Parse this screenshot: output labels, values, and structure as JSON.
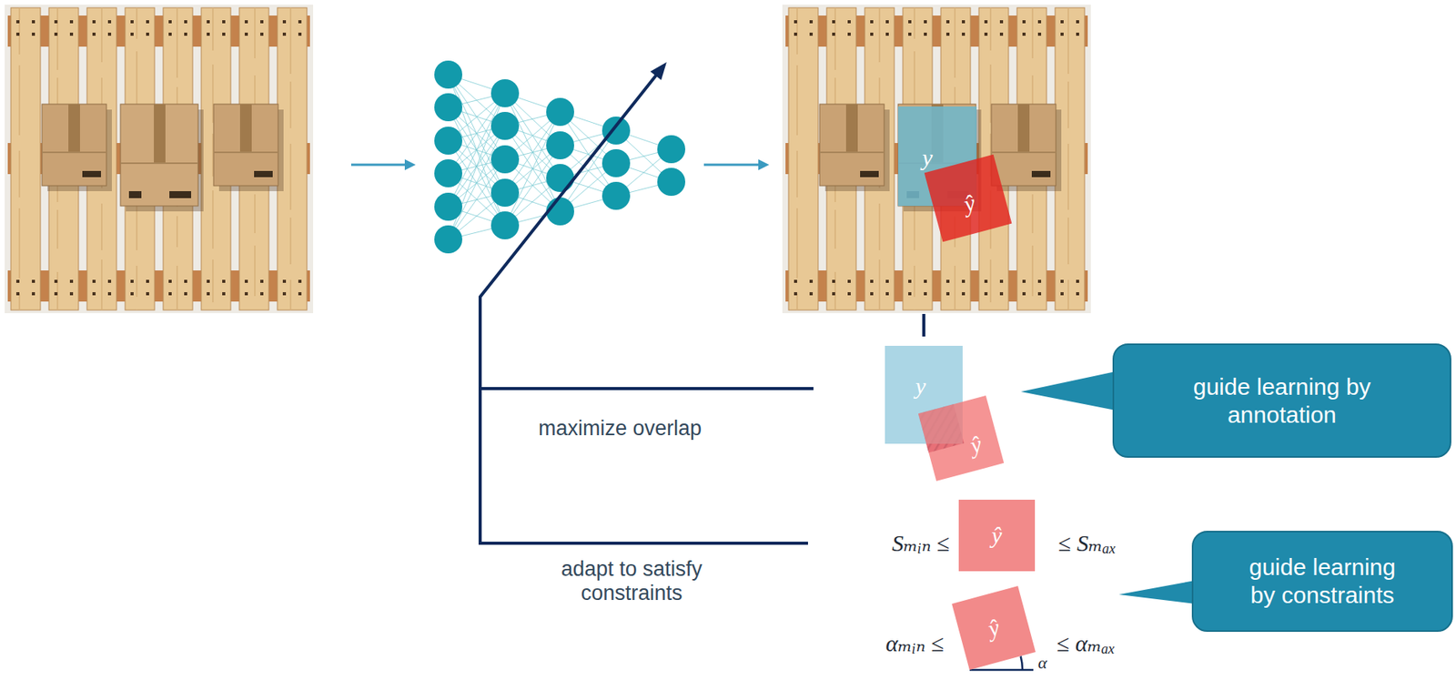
{
  "diagram": {
    "nodes": [
      {
        "text": [
          "y"
        ]
      },
      {
        "text": [
          "ŷ"
        ]
      },
      {
        "text": [
          "y"
        ]
      },
      {
        "text": [
          "ŷ"
        ]
      },
      {
        "text": [
          "guide learning by annotation"
        ]
      },
      {
        "text": [
          "ŷ"
        ]
      },
      {
        "text": [
          "ŷ"
        ]
      },
      {
        "text": [
          "guide learning by constraints"
        ]
      }
    ],
    "labels": [
      "maximize overlap",
      "adapt to satisfy constraints",
      "Sₘᵢₙ ≤",
      "≤ Sₘₐₓ",
      "αₘᵢₙ ≤",
      "≤ αₘₐₓ",
      "α"
    ]
  }
}
